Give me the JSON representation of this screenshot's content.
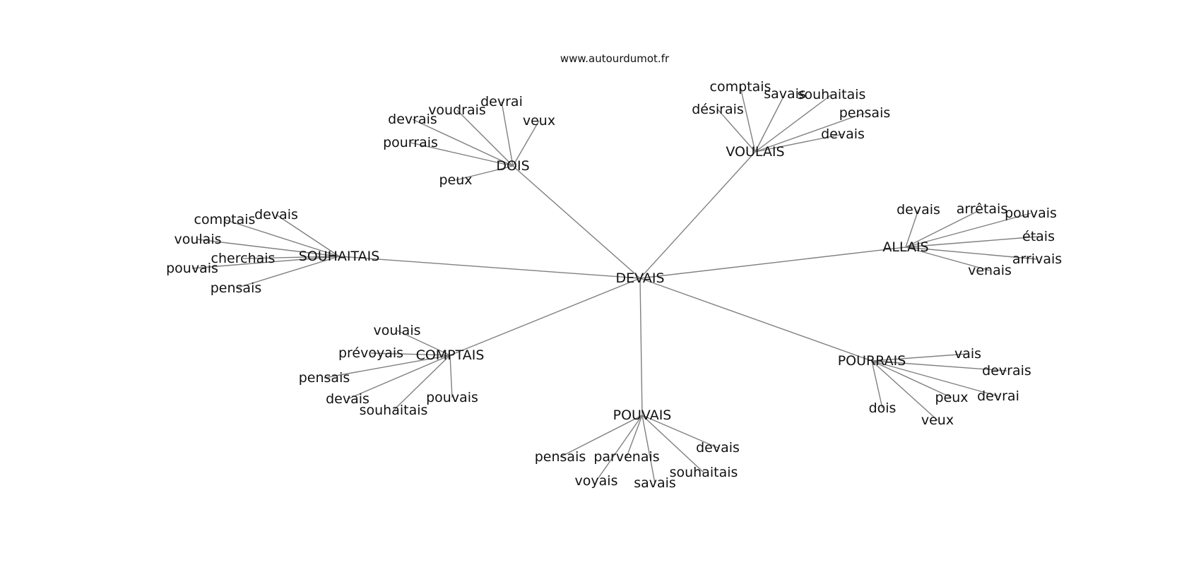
{
  "site_label": "www.autourdumot.fr",
  "center": {
    "word": "DEVAIS"
  },
  "clusters": [
    {
      "word": "DOIS",
      "neighbors": [
        "devrai",
        "veux",
        "voudrais",
        "devrais",
        "pourrais",
        "peux"
      ]
    },
    {
      "word": "VOULAIS",
      "neighbors": [
        "comptais",
        "savais",
        "souhaitais",
        "désirais",
        "pensais",
        "devais"
      ]
    },
    {
      "word": "SOUHAITAIS",
      "neighbors": [
        "comptais",
        "devais",
        "voulais",
        "cherchais",
        "pouvais",
        "pensais"
      ]
    },
    {
      "word": "ALLAIS",
      "neighbors": [
        "devais",
        "arrêtais",
        "pouvais",
        "étais",
        "arrivais",
        "venais"
      ]
    },
    {
      "word": "COMPTAIS",
      "neighbors": [
        "voulais",
        "prévoyais",
        "pensais",
        "devais",
        "souhaitais",
        "pouvais"
      ]
    },
    {
      "word": "POUVAIS",
      "neighbors": [
        "pensais",
        "parvenais",
        "voyais",
        "savais",
        "devais",
        "souhaitais"
      ]
    },
    {
      "word": "POURRAIS",
      "neighbors": [
        "vais",
        "devrais",
        "peux",
        "devrai",
        "dois",
        "veux"
      ]
    }
  ]
}
